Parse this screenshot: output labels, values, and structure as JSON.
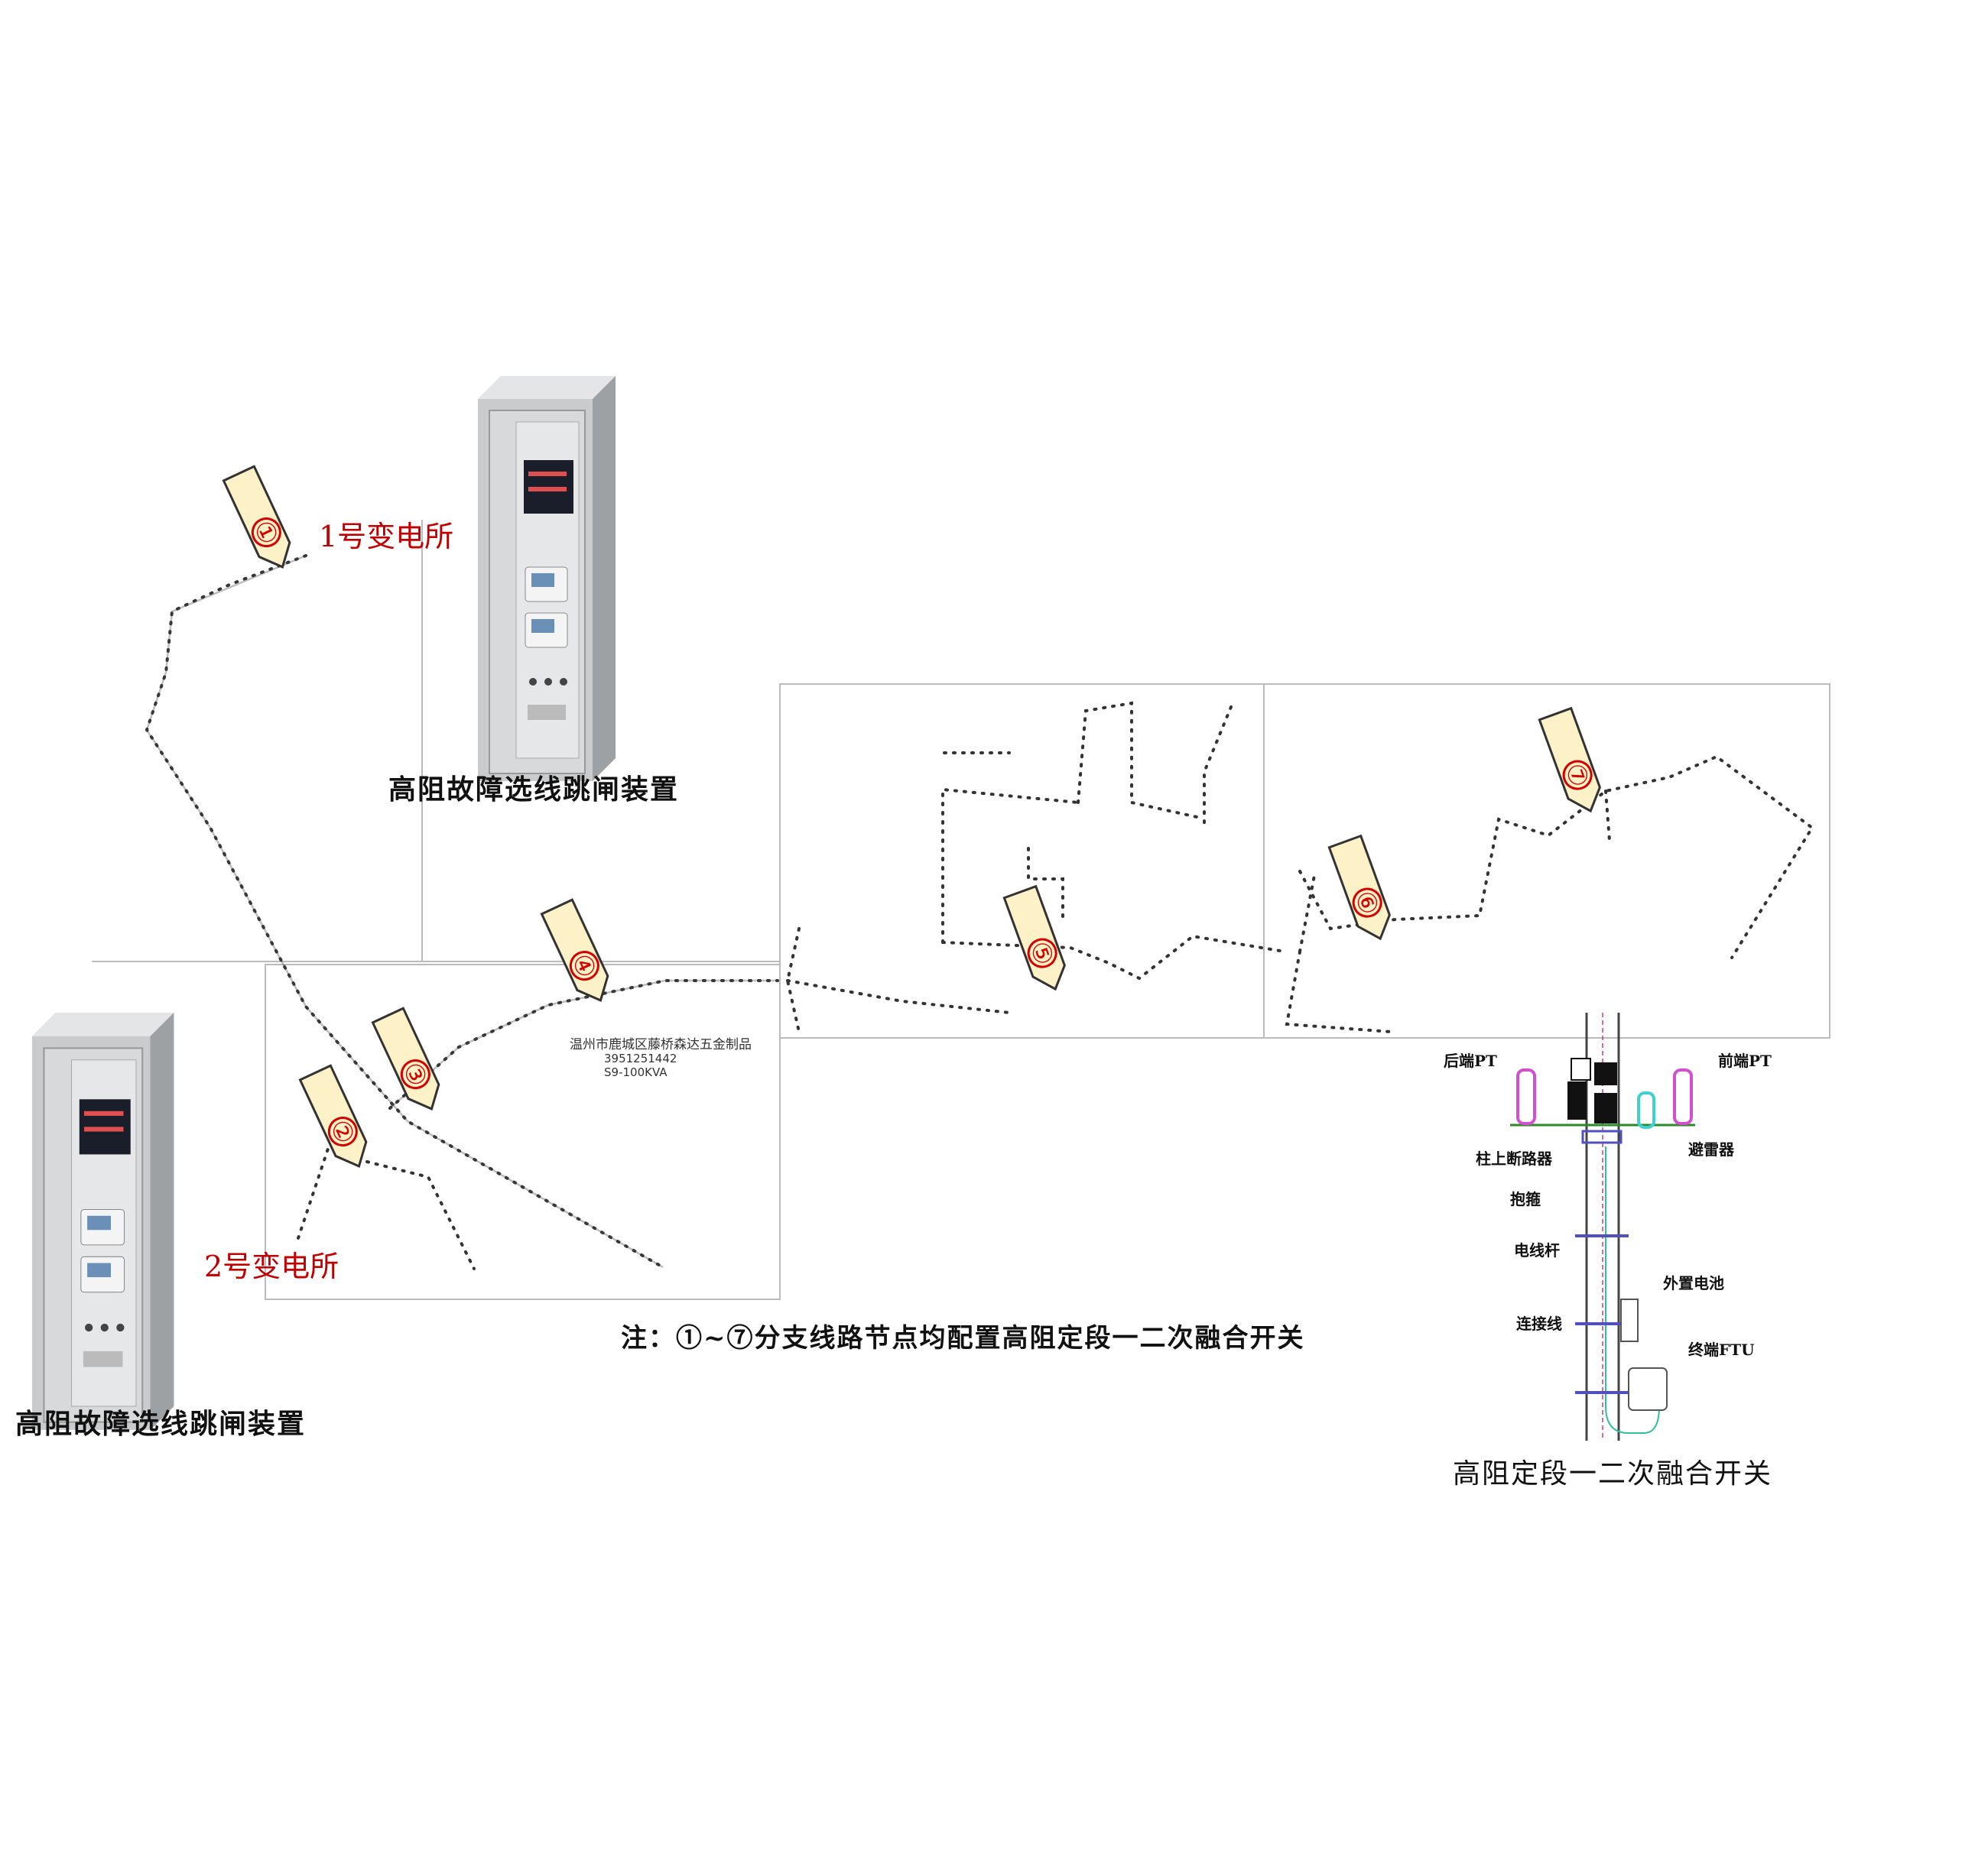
{
  "substations": {
    "sub1_label": "1号变电所",
    "sub2_label": "2号变电所",
    "device1_caption": "高阻故障选线跳闸装置",
    "device2_caption": "高阻故障选线跳闸装置"
  },
  "markers": [
    "①",
    "②",
    "③",
    "④",
    "⑤",
    "⑥",
    "⑦"
  ],
  "map_annotation": {
    "line1": "温州市鹿城区藤桥森达五金制品",
    "line2": "3951251442",
    "line3": "S9-100KVA"
  },
  "note": "注：①~⑦分支线路节点均配置高阻定段一二次融合开关",
  "pole_diagram": {
    "title": "高阻定段一二次融合开关",
    "labels": {
      "rear_pt": "后端PT",
      "front_pt": "前端PT",
      "breaker": "柱上断路器",
      "arrester": "避雷器",
      "hoop": "抱箍",
      "pole": "电线杆",
      "battery": "外置电池",
      "wire": "连接线",
      "ftu": "终端FTU"
    }
  },
  "colors": {
    "marker_fill": "#fdf1c8",
    "marker_text": "#d40000",
    "label_red": "#c00000",
    "pt": "#d050d0",
    "arrester": "#40d0d0"
  }
}
